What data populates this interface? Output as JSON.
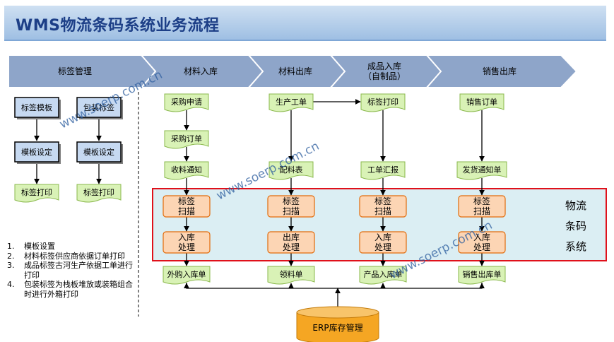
{
  "title": "WMS物流条码系统业务流程",
  "phases": [
    "标签管理",
    "材料入库",
    "材料出库",
    "成品入库\n（自制品）",
    "销售出库"
  ],
  "left_col1": [
    "标签模板",
    "模板设定",
    "标签打印"
  ],
  "left_col2": [
    "包装标签",
    "模板设定",
    "标签打印"
  ],
  "columns": [
    {
      "steps": [
        "采购申请",
        "采购订单",
        "收料通知"
      ],
      "scan": "标签\n扫描",
      "process": "入库\n处理",
      "output": "外购入库单"
    },
    {
      "steps": [
        "生产工单",
        "配料表"
      ],
      "scan": "标签\n扫描",
      "process": "出库\n处理",
      "output": "领料单"
    },
    {
      "steps": [
        "标签打印",
        "工单汇报"
      ],
      "scan": "标签\n扫描",
      "process": "入库\n处理",
      "output": "产品入库单"
    },
    {
      "steps": [
        "销售订单",
        "发货通知单"
      ],
      "scan": "标签\n扫描",
      "process": "入库\n处理",
      "output": "销售出库单"
    }
  ],
  "system_label": [
    "物流",
    "条码",
    "系统"
  ],
  "erp": "ERP库存管理",
  "notes": [
    {
      "num": "1.",
      "text": "模板设置"
    },
    {
      "num": "2.",
      "text": "材料标签供应商依据订单打印"
    },
    {
      "num": "3.",
      "text": "成品标签古河生产依据工单进行打印"
    },
    {
      "num": "4.",
      "text": "包装标签为栈板堆放或装箱组合时进行外箱打印"
    }
  ],
  "watermark": "www.soerp.com.cn",
  "colors": {
    "title_text": "#1d3f87",
    "chevron": "#8ea5c9",
    "left_box_fill": "#c6d9f1",
    "left_box_border": "#4f81bd",
    "green_doc": "#d9f2b6",
    "green_border": "#8ab84c",
    "orange_box": "#fcd5b4",
    "orange_border": "#e26b0a",
    "band_fill": "#dbeef3",
    "band_border": "#e0101a",
    "erp_fill": "#f5a623",
    "watermark": "#2b5c9e"
  }
}
